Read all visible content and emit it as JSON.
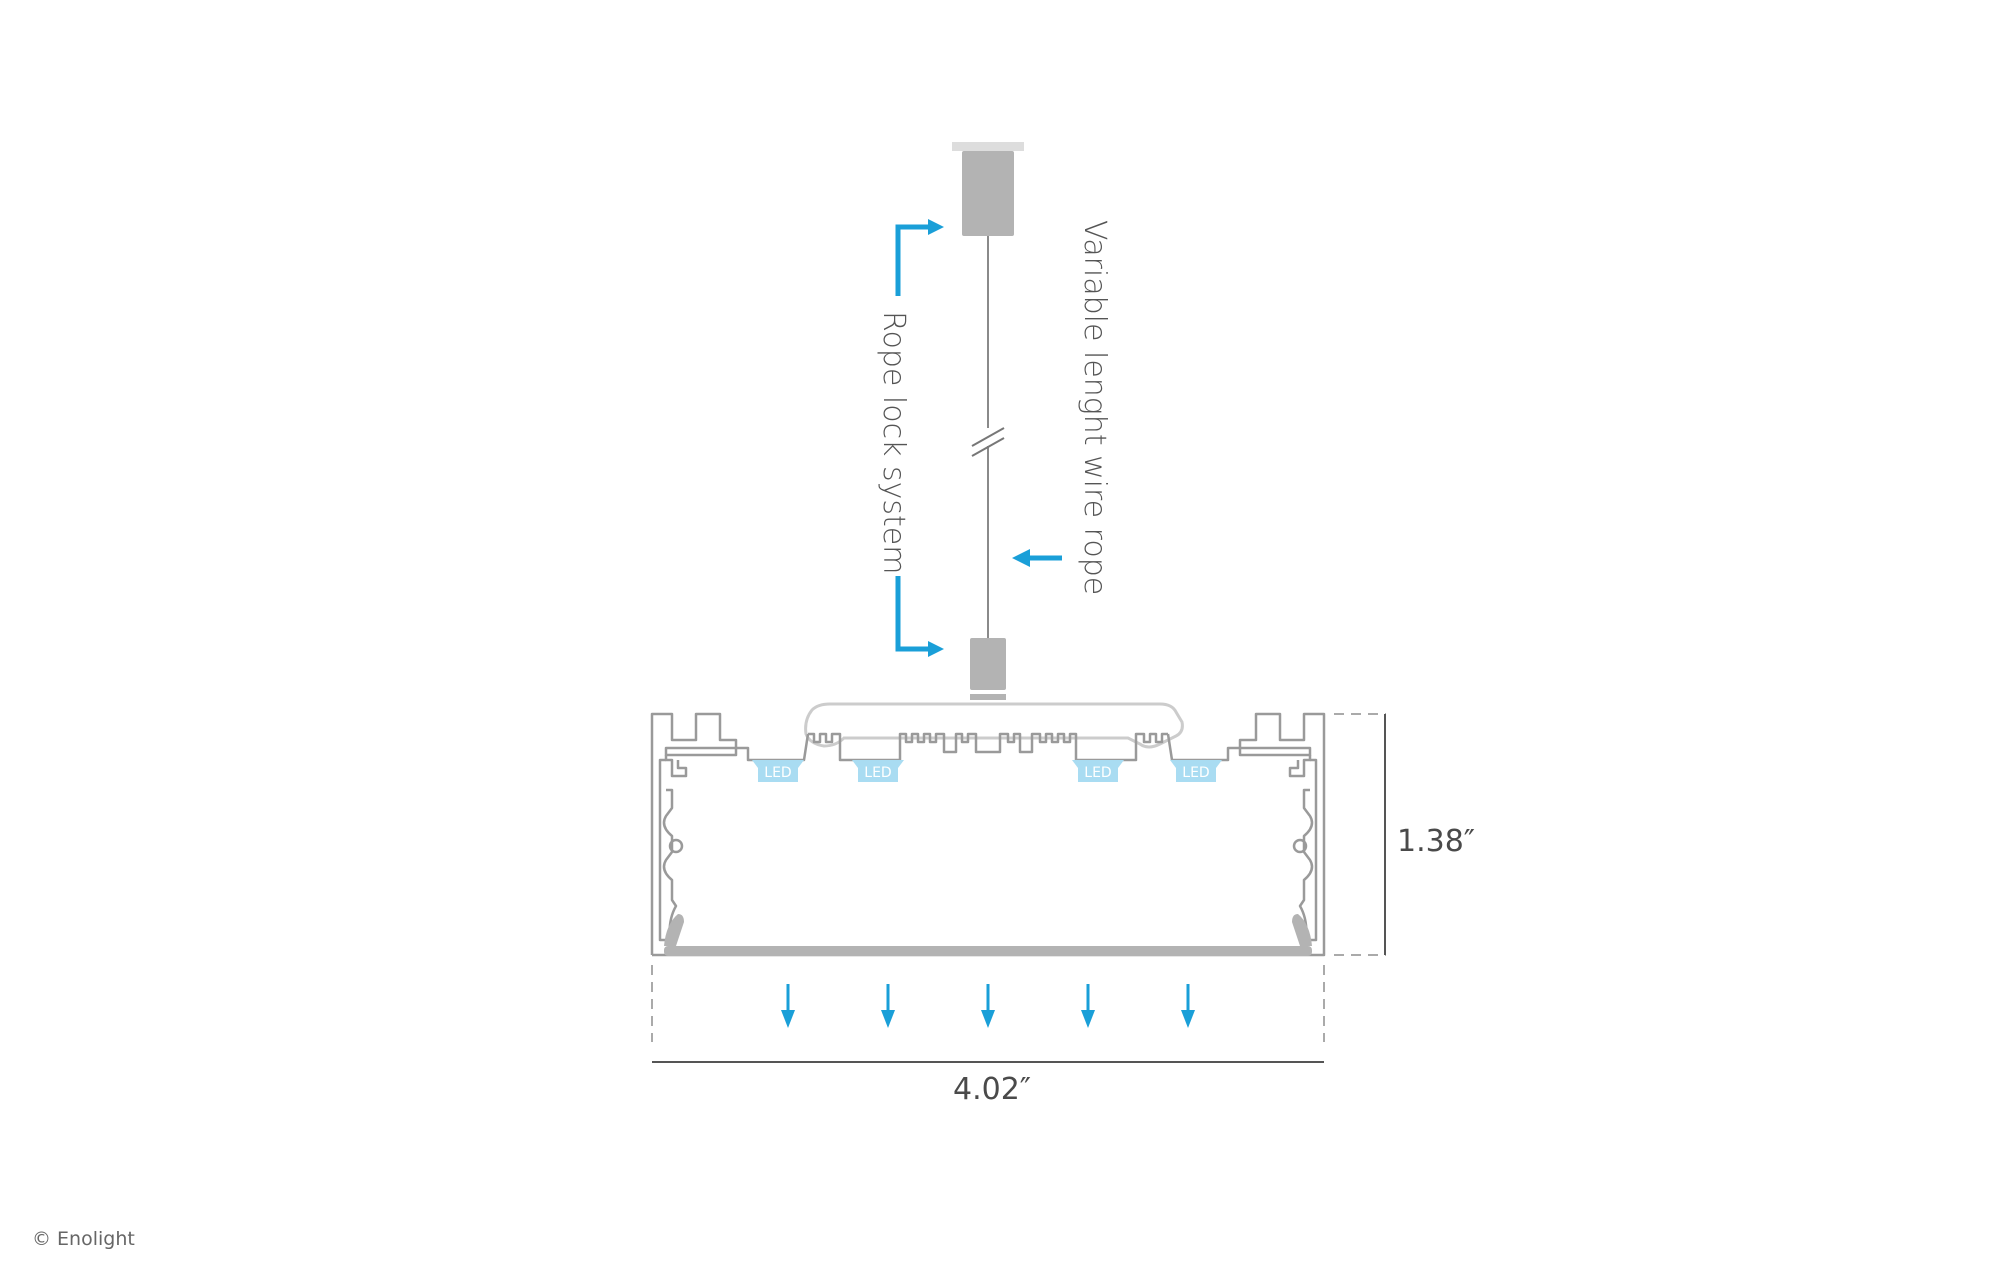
{
  "labels": {
    "rope_lock": "Rope lock system",
    "wire_rope": "Variable lenght wire rope",
    "height": "1.38″",
    "width": "4.02″",
    "led": "LED",
    "copyright": "© Enolight"
  },
  "leds": [
    "LED",
    "LED",
    "LED",
    "LED"
  ],
  "colors": {
    "accent": "#1a9fd8",
    "led_fill": "#a9dcf2",
    "profile_stroke": "#9a9a9a",
    "hardware": "#b3b3b3",
    "text": "#555555"
  },
  "icons": [
    "bracket-arrow-icon",
    "arrow-left-icon",
    "arrow-down-icon",
    "wire-break-icon"
  ]
}
